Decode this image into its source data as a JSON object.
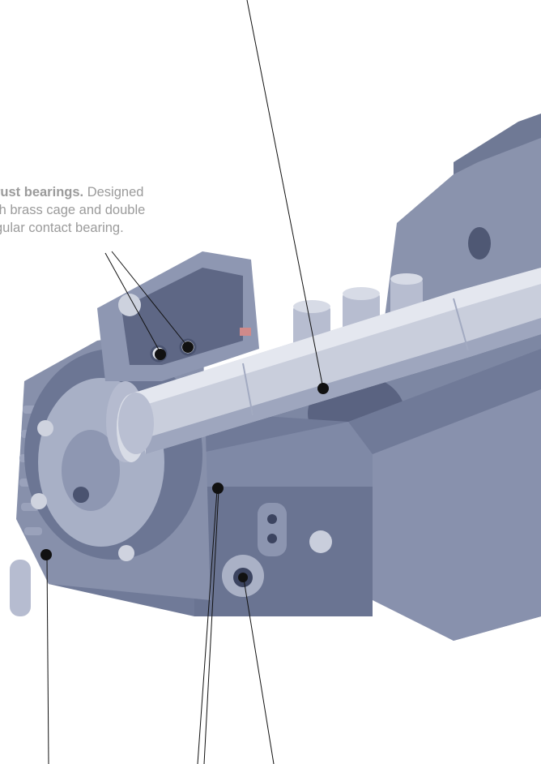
{
  "callout": {
    "title": "rust bearings.",
    "line1_rest": " Designed",
    "line2": "th brass cage and double",
    "line3": "gular contact bearing."
  },
  "colors": {
    "body": "#7d87a3",
    "body_dark": "#535d7a",
    "body_light": "#aab2c8",
    "shaft": "#c9cedc",
    "leader": "#111111",
    "text": "#9b9b9b"
  }
}
